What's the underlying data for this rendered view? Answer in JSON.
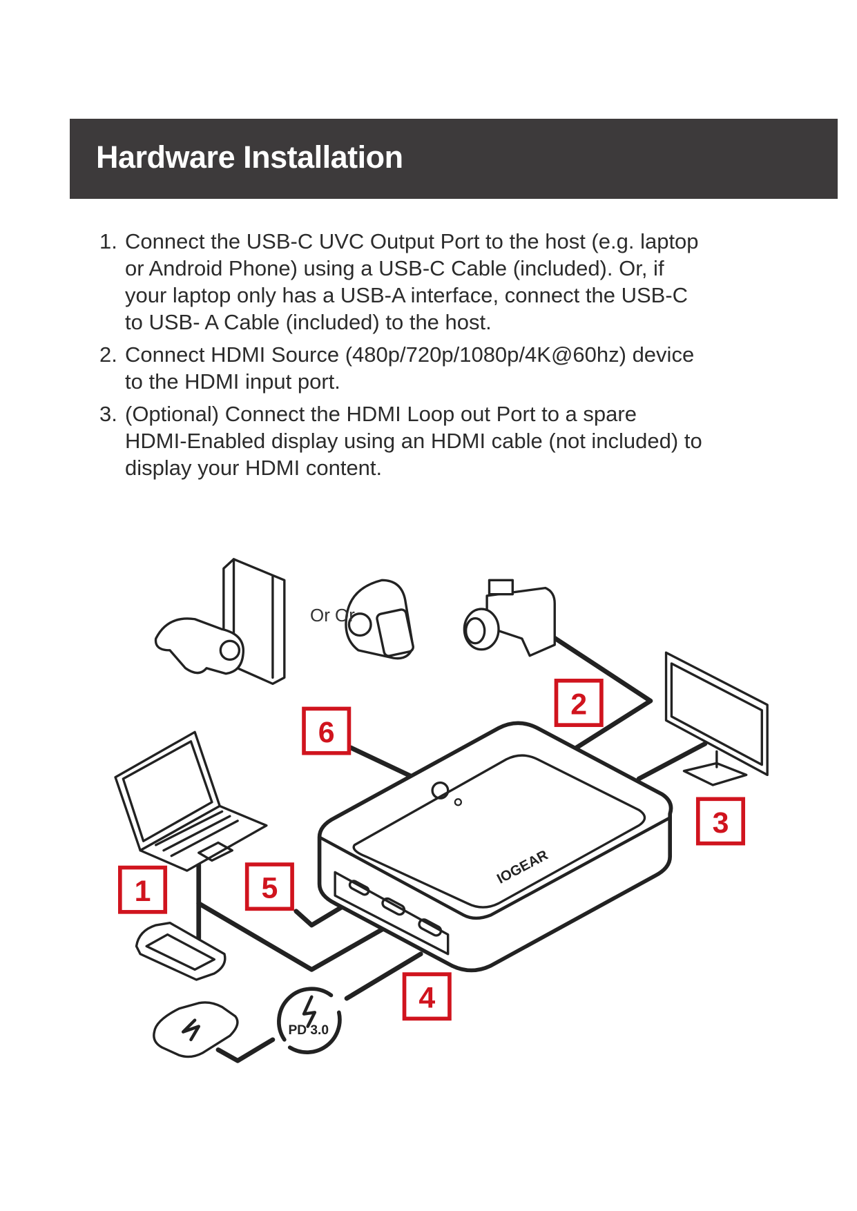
{
  "header": {
    "title": "Hardware Installation"
  },
  "steps": [
    {
      "number": "1.",
      "lines": [
        "Connect the USB-C UVC Output Port to the host (e.g. laptop",
        "or Android Phone) using a USB-C Cable (included). Or, if",
        "your laptop only has a USB-A interface, connect the USB-C",
        "to USB- A Cable (included) to the host."
      ]
    },
    {
      "number": "2.",
      "lines": [
        "Connect HDMI Source (480p/720p/1080p/4K@60hz) device",
        "to the HDMI input port."
      ]
    },
    {
      "number": "3.",
      "lines": [
        "(Optional) Connect the HDMI Loop out Port to a spare",
        "HDMI-Enabled display using an HDMI cable (not included) to",
        "display your HDMI content."
      ]
    }
  ],
  "diagram": {
    "or_text": "Or Or",
    "brand": "IOGEAR",
    "pd_label": "PD 3.0",
    "callouts": [
      "1",
      "2",
      "3",
      "4",
      "5",
      "6"
    ],
    "accent_color": "#d0141e"
  }
}
